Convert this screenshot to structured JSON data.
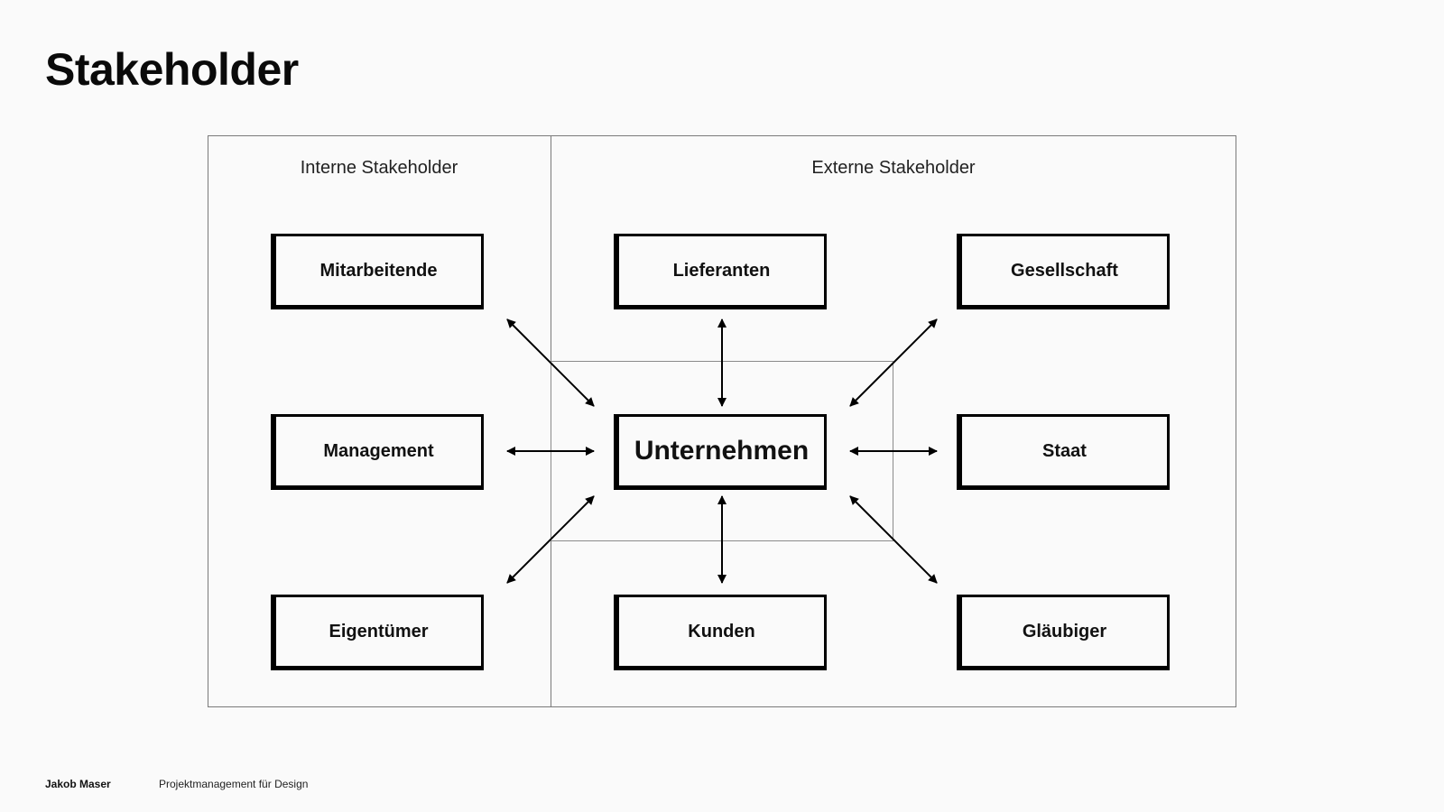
{
  "slide": {
    "title": "Stakeholder"
  },
  "zones": {
    "internal_label": "Interne Stakeholder",
    "external_label": "Externe Stakeholder"
  },
  "nodes": {
    "center": "Unternehmen",
    "internal": [
      "Mitarbeitende",
      "Management",
      "Eigentümer"
    ],
    "external_top": [
      "Lieferanten",
      "Gesellschaft"
    ],
    "external_middle": [
      "Staat"
    ],
    "external_bottom": [
      "Kunden",
      "Gläubiger"
    ]
  },
  "relations": [
    {
      "from": "Unternehmen",
      "to": "Mitarbeitende",
      "direction": "bidirectional"
    },
    {
      "from": "Unternehmen",
      "to": "Management",
      "direction": "bidirectional"
    },
    {
      "from": "Unternehmen",
      "to": "Eigentümer",
      "direction": "bidirectional"
    },
    {
      "from": "Unternehmen",
      "to": "Lieferanten",
      "direction": "bidirectional"
    },
    {
      "from": "Unternehmen",
      "to": "Kunden",
      "direction": "bidirectional"
    },
    {
      "from": "Unternehmen",
      "to": "Gesellschaft",
      "direction": "bidirectional"
    },
    {
      "from": "Unternehmen",
      "to": "Staat",
      "direction": "bidirectional"
    },
    {
      "from": "Unternehmen",
      "to": "Gläubiger",
      "direction": "bidirectional"
    }
  ],
  "footer": {
    "author": "Jakob Maser",
    "course": "Projektmanagement für Design"
  }
}
